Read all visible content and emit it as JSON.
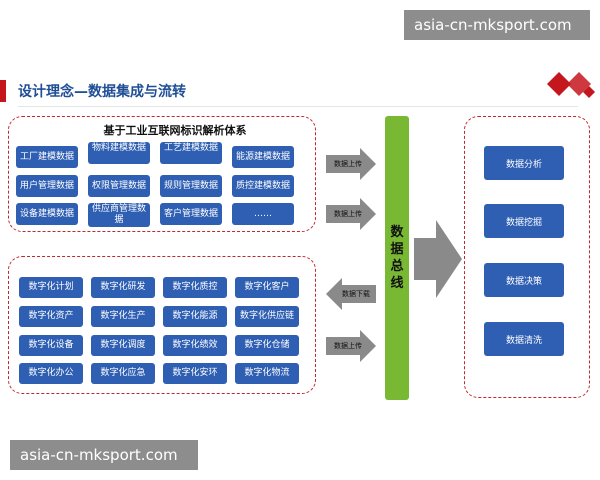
{
  "watermarks": {
    "top": "asia-cn-mksport.com",
    "bottom": "asia-cn-mksport.com"
  },
  "page_title": "设计理念—数据集成与流转",
  "model_group": {
    "title": "基于工业互联网标识解析体系",
    "cells": [
      "工厂建模数据",
      "物料建模数据",
      "工艺建模数据",
      "能源建模数据",
      "用户管理数据",
      "权限管理数据",
      "规则管理数据",
      "质控建模数据",
      "设备建模数据",
      "供应商管理数据",
      "客户管理数据",
      "……"
    ]
  },
  "digital_group": {
    "cells": [
      "数字化计划",
      "数字化研发",
      "数字化质控",
      "数字化客户",
      "数字化资产",
      "数字化生产",
      "数字化能源",
      "数字化供应链",
      "数字化设备",
      "数字化调度",
      "数字化绩效",
      "数字化仓储",
      "数字化办公",
      "数字化应急",
      "数字化安环",
      "数字化物流"
    ]
  },
  "bus_label": "数据总线",
  "arrows": {
    "upload_1": "数据上传",
    "upload_2": "数据上传",
    "download": "数据下载",
    "upload_3": "数据上传"
  },
  "outputs": [
    "数据分析",
    "数据挖掘",
    "数据决策",
    "数据清洗"
  ],
  "colors": {
    "accent_blue": "#2f5fb3",
    "title_blue": "#1f4e96",
    "bus_green": "#78b833",
    "dash_red": "#c1272d",
    "arrow_gray": "#8a8a8a",
    "logo_red": "#c4161c"
  }
}
